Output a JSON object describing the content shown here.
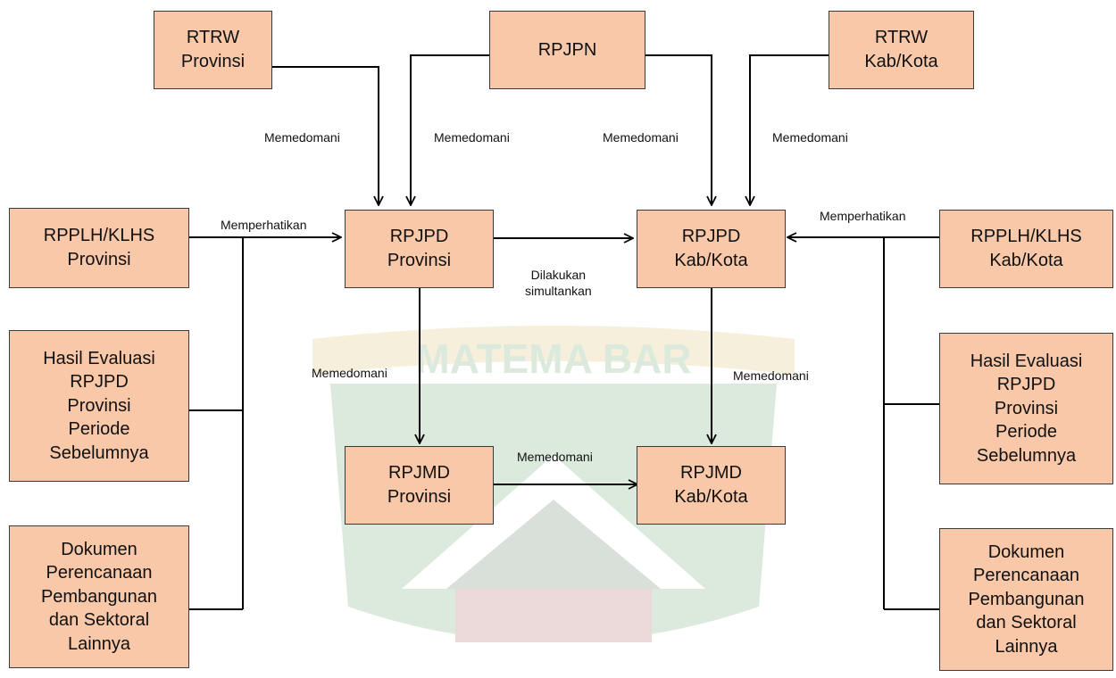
{
  "diagram": {
    "colors": {
      "box_fill": "#f8c8a8",
      "box_border": "#3a3a3a",
      "line": "#000000",
      "watermark_green": "#2e7d32",
      "watermark_gold": "#c9a227"
    },
    "watermark_text": "MATEMA BAR",
    "nodes": {
      "rtrw_prov": "RTRW\nProvinsi",
      "rpjpn": "RPJPN",
      "rtrw_kab": "RTRW\nKab/Kota",
      "rpplh_prov": "RPPLH/KLHS\nProvinsi",
      "rpjpd_prov": "RPJPD\nProvinsi",
      "rpjpd_kab": "RPJPD\nKab/Kota",
      "rpplh_kab": "RPPLH/KLHS\nKab/Kota",
      "hasil_eval_left": "Hasil Evaluasi\nRPJPD\nProvinsi\nPeriode\nSebelumnya",
      "hasil_eval_right": "Hasil Evaluasi\nRPJPD\nProvinsi\nPeriode\nSebelumnya",
      "rpjmd_prov": "RPJMD\nProvinsi",
      "rpjmd_kab": "RPJMD\nKab/Kota",
      "dokumen_left": "Dokumen\nPerencanaan\nPembangunan\ndan Sektoral\nLainnya",
      "dokumen_right": "Dokumen\nPerencanaan\nPembangunan\ndan Sektoral\nLainnya"
    },
    "edge_labels": {
      "rtrw_prov_to_rpjpd_prov": "Memedomani",
      "rpjpn_to_rpjpd_prov": "Memedomani",
      "rpjpn_to_rpjpd_kab": "Memedomani",
      "rtrw_kab_to_rpjpd_kab": "Memedomani",
      "left_group_to_rpjpd_prov": "Memperhatikan",
      "right_group_to_rpjpd_kab": "Memperhatikan",
      "rpjpd_prov_to_rpjpd_kab": "Dilakukan\nsimultankan",
      "rpjpd_prov_to_rpjmd_prov": "Memedomani",
      "rpjpd_kab_to_rpjmd_kab": "Memedomani",
      "rpjmd_prov_to_rpjmd_kab": "Memedomani"
    }
  }
}
